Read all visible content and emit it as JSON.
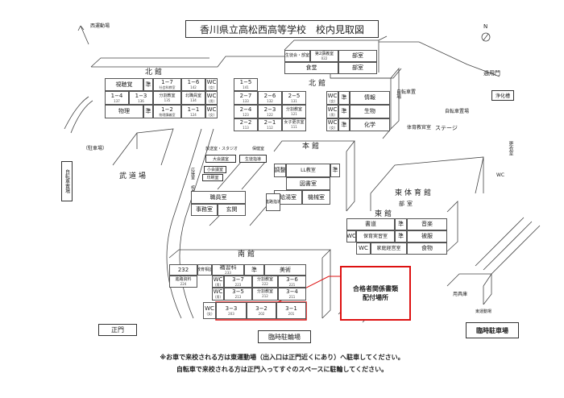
{
  "title": "香川県立高松西高等学校　校内見取図",
  "compass": "N",
  "highlight_color": "#d11111",
  "labels": {
    "west_field": "西運動場",
    "parking": "（駐車場）",
    "budojo": "武道場",
    "bike_west": "自転車置場",
    "bike_north": "自転車置場",
    "bike_gym": "自転車置場",
    "side_gate": "通用門",
    "septic": "浄化槽",
    "pe_office": "体育教官室",
    "stage": "ステージ",
    "changing": "更衣室",
    "wc_gym": "WC",
    "east_gym": "東体育館",
    "gym_club": "部室",
    "east_hall": "東館",
    "north_hall_w": "北館",
    "north_hall_e": "北館",
    "main_hall": "本館",
    "south_hall": "南館",
    "broadcast": "放送室・スタジオ",
    "nurse": "保健室",
    "big_meeting": "大会議室",
    "guidance": "生徒指導",
    "small_meeting": "小会議室",
    "printing": "印刷室",
    "reception": "応接室",
    "principal": "校長室",
    "main_gate": "正門",
    "temp_bike": "臨時駐輪場",
    "storage": "用具庫",
    "east_field": "東運動場",
    "temp_parking": "臨時駐車場"
  },
  "notice": {
    "line1": "合格者関係書類",
    "line2": "配付場所"
  },
  "footnotes": [
    "※お車で来校される方は東運動場（出入口は正門近くにあり）へ駐車してください。",
    "自転車で来校される方は正門入ってすぐのスペースに駐輪してください。"
  ],
  "rooms": [
    {
      "name": "視聴覚"
    },
    {
      "name": "準"
    },
    {
      "name": "1−7",
      "sub": "社会科教室"
    },
    {
      "name": "1−6",
      "sub": "142"
    },
    {
      "name": "WC",
      "sub": "(女)"
    },
    {
      "name": "1−4",
      "sub": "137"
    },
    {
      "name": "1−3",
      "sub": "136"
    },
    {
      "name": "分割教室",
      "sub": "135"
    },
    {
      "name": "北職員室",
      "sub": "134"
    },
    {
      "name": "WC",
      "sub": "(男)"
    },
    {
      "name": "物理"
    },
    {
      "name": "準"
    },
    {
      "name": "1−2",
      "sub": "物理講義室"
    },
    {
      "name": "1−1",
      "sub": "124"
    },
    {
      "name": "WC",
      "sub": "(女)"
    },
    {
      "name": "1−5",
      "sub": "141"
    },
    {
      "name": "2−7",
      "sub": "133"
    },
    {
      "name": "2−6",
      "sub": "132"
    },
    {
      "name": "2−5",
      "sub": "131"
    },
    {
      "name": "2−4",
      "sub": "123"
    },
    {
      "name": "2−3",
      "sub": "122"
    },
    {
      "name": "分割教室",
      "sub": "121"
    },
    {
      "name": "2−2",
      "sub": "113"
    },
    {
      "name": "2−1",
      "sub": "112"
    },
    {
      "name": "女子更衣室",
      "sub": "111"
    },
    {
      "name": "WC",
      "sub": "(女)"
    },
    {
      "name": "準"
    },
    {
      "name": "情報"
    },
    {
      "name": "WC",
      "sub": "(男)"
    },
    {
      "name": "準"
    },
    {
      "name": "生物"
    },
    {
      "name": "WC",
      "sub": "(女)"
    },
    {
      "name": "準"
    },
    {
      "name": "化学"
    },
    {
      "name": "生徒会・部室"
    },
    {
      "name": "第2講義室",
      "sub": "022"
    },
    {
      "name": "食堂"
    },
    {
      "name": "部室"
    },
    {
      "name": "部室"
    },
    {
      "name": "調整"
    },
    {
      "name": "LL教室"
    },
    {
      "name": "準"
    },
    {
      "name": "図書室"
    },
    {
      "name": "給湯室"
    },
    {
      "name": "機械室"
    },
    {
      "name": "職員室"
    },
    {
      "name": "事務室"
    },
    {
      "name": "玄関"
    },
    {
      "name": "進路指導"
    },
    {
      "name": "書道"
    },
    {
      "name": "準"
    },
    {
      "name": "音楽"
    },
    {
      "name": "WC"
    },
    {
      "name": "保育実習室"
    },
    {
      "name": "準"
    },
    {
      "name": "被服"
    },
    {
      "name": "WC"
    },
    {
      "name": "家庭経営室"
    },
    {
      "name": "食物"
    },
    {
      "name": "232"
    },
    {
      "name": "教育相談"
    },
    {
      "name": "補習科",
      "sub": "233"
    },
    {
      "name": "準"
    },
    {
      "name": "美術"
    },
    {
      "name": "進路資料",
      "sub": "224"
    },
    {
      "name": "WC",
      "sub": "(男)"
    },
    {
      "name": "3−7",
      "sub": "223"
    },
    {
      "name": "分割教室",
      "sub": "222"
    },
    {
      "name": "3−6",
      "sub": "221"
    },
    {
      "name": "WC",
      "sub": "(男)"
    },
    {
      "name": "3−5",
      "sub": "213"
    },
    {
      "name": "分割教室",
      "sub": "212"
    },
    {
      "name": "3−4",
      "sub": "211"
    },
    {
      "name": "WC",
      "sub": "(女)"
    },
    {
      "name": "3−3",
      "sub": "203"
    },
    {
      "name": "3−2",
      "sub": "202"
    },
    {
      "name": "3−1",
      "sub": "201"
    }
  ]
}
